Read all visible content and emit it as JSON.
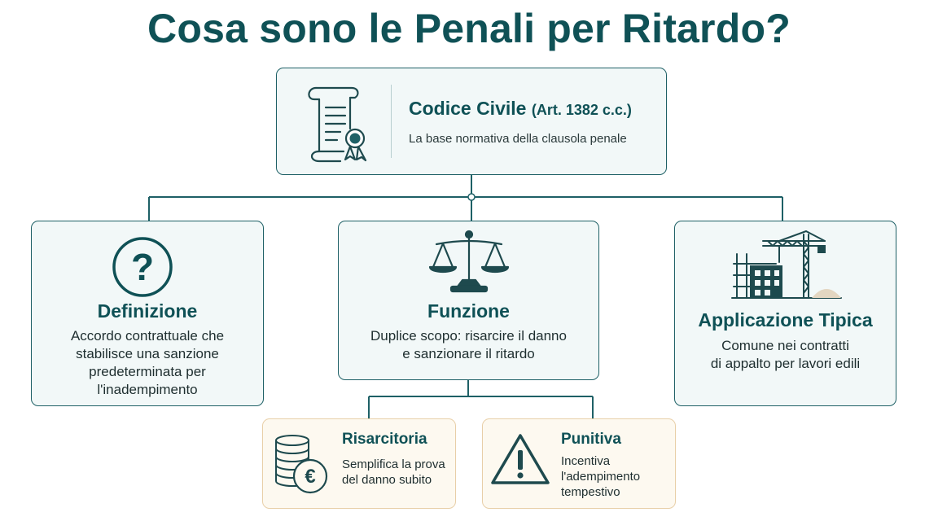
{
  "title": "Cosa sono le Penali per Ritardo?",
  "colors": {
    "teal": "#0f5156",
    "border": "#1e6066",
    "card_bg": "#f2f8f8",
    "warm_bg": "#fdf9f0",
    "warm_border": "#e8cfa8"
  },
  "top": {
    "icon": "scroll-certificate-icon",
    "heading": "Codice Civile",
    "article": "(Art. 1382 c.c.)",
    "subtitle": "La base normativa della clausola penale"
  },
  "cards": {
    "definizione": {
      "icon": "question-icon",
      "title": "Definizione",
      "lines": [
        "Accordo contrattuale che",
        "stabilisce una sanzione",
        "predeterminata per",
        "l'inadempimento"
      ]
    },
    "funzione": {
      "icon": "scales-icon",
      "title": "Funzione",
      "lines": [
        "Duplice scopo: risarcire il danno",
        "e sanzionare il ritardo"
      ]
    },
    "applicazione": {
      "icon": "construction-icon",
      "title": "Applicazione Tipica",
      "lines": [
        "Comune nei contratti",
        "di appalto per lavori edili"
      ]
    }
  },
  "subs": {
    "risarcitoria": {
      "icon": "euro-coins-icon",
      "title": "Risarcitoria",
      "lines": [
        "Semplifica la prova",
        "del danno subito"
      ]
    },
    "punitiva": {
      "icon": "warning-icon",
      "title": "Punitiva",
      "lines": [
        "Incentiva",
        "l'adempimento",
        "tempestivo"
      ]
    }
  }
}
